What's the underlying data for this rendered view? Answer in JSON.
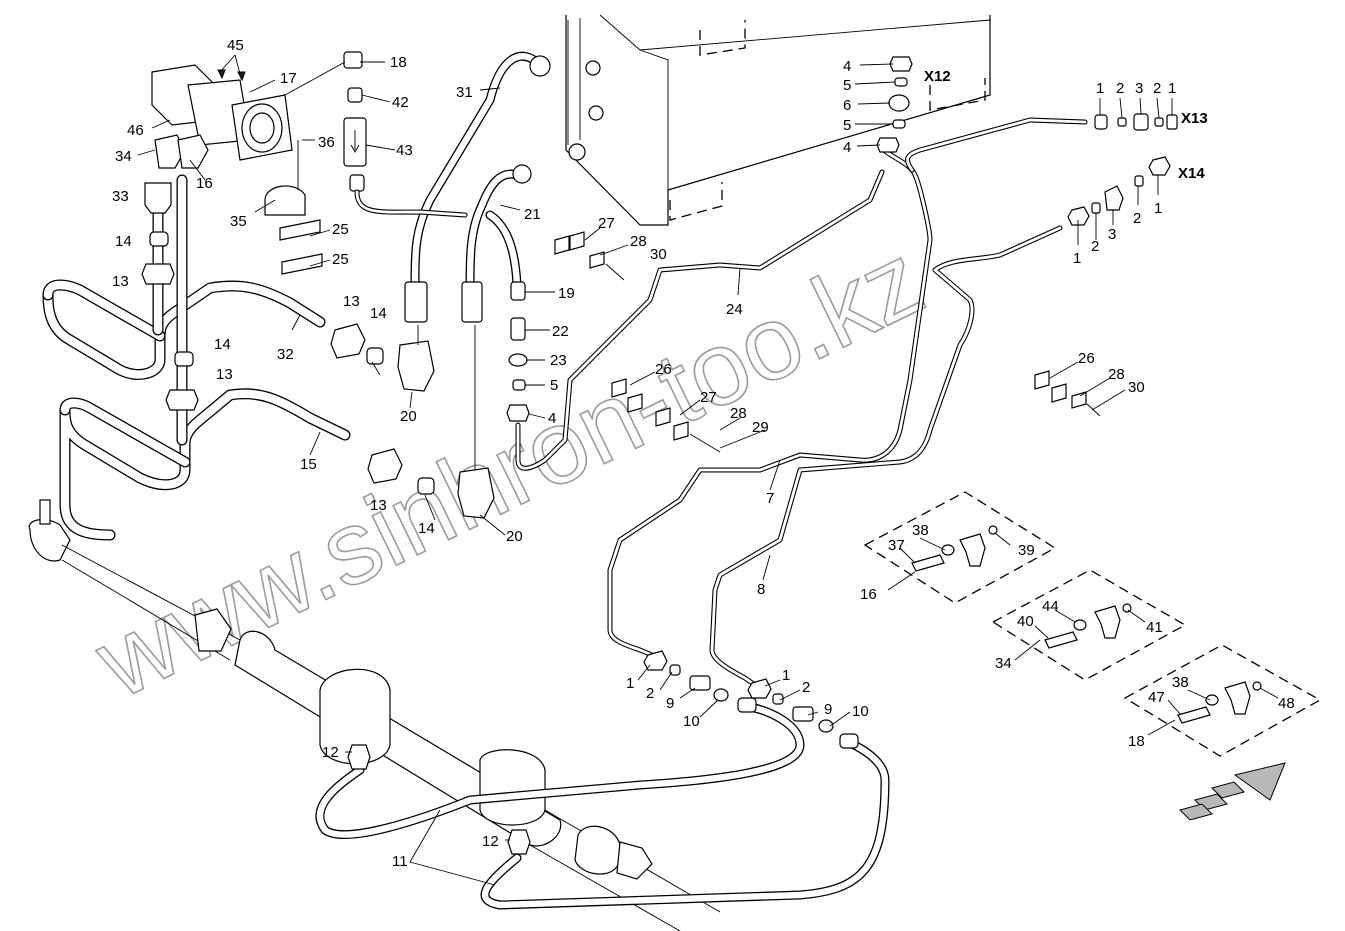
{
  "diagram": {
    "watermark": "www.sinhron-too.kz",
    "connection_labels": [
      "X12",
      "X13",
      "X14"
    ],
    "callouts": [
      {
        "id": "c45",
        "text": "45"
      },
      {
        "id": "c17",
        "text": "17"
      },
      {
        "id": "c46",
        "text": "46"
      },
      {
        "id": "c34a",
        "text": "34"
      },
      {
        "id": "c16a",
        "text": "16"
      },
      {
        "id": "c33",
        "text": "33"
      },
      {
        "id": "c14a",
        "text": "14"
      },
      {
        "id": "c13a",
        "text": "13"
      },
      {
        "id": "c18a",
        "text": "18"
      },
      {
        "id": "c42",
        "text": "42"
      },
      {
        "id": "c43",
        "text": "43"
      },
      {
        "id": "c36",
        "text": "36"
      },
      {
        "id": "c35",
        "text": "35"
      },
      {
        "id": "c25a",
        "text": "25"
      },
      {
        "id": "c25b",
        "text": "25"
      },
      {
        "id": "c31",
        "text": "31"
      },
      {
        "id": "c21",
        "text": "21"
      },
      {
        "id": "c19",
        "text": "19"
      },
      {
        "id": "c22",
        "text": "22"
      },
      {
        "id": "c23",
        "text": "23"
      },
      {
        "id": "c5a",
        "text": "5"
      },
      {
        "id": "c4a",
        "text": "4"
      },
      {
        "id": "c13b",
        "text": "13"
      },
      {
        "id": "c14b",
        "text": "14"
      },
      {
        "id": "c32",
        "text": "32"
      },
      {
        "id": "c20a",
        "text": "20"
      },
      {
        "id": "c14c",
        "text": "14"
      },
      {
        "id": "c13c",
        "text": "13"
      },
      {
        "id": "c15",
        "text": "15"
      },
      {
        "id": "c13d",
        "text": "13"
      },
      {
        "id": "c14d",
        "text": "14"
      },
      {
        "id": "c20b",
        "text": "20"
      },
      {
        "id": "c27a",
        "text": "27"
      },
      {
        "id": "c28a",
        "text": "28"
      },
      {
        "id": "c30a",
        "text": "30"
      },
      {
        "id": "c24",
        "text": "24"
      },
      {
        "id": "c26a",
        "text": "26"
      },
      {
        "id": "c27b",
        "text": "27"
      },
      {
        "id": "c28b",
        "text": "28"
      },
      {
        "id": "c29",
        "text": "29"
      },
      {
        "id": "c7",
        "text": "7"
      },
      {
        "id": "c8",
        "text": "8"
      },
      {
        "id": "c4b",
        "text": "4"
      },
      {
        "id": "c5b",
        "text": "5"
      },
      {
        "id": "c6",
        "text": "6"
      },
      {
        "id": "c5c",
        "text": "5"
      },
      {
        "id": "c4c",
        "text": "4"
      },
      {
        "id": "c1a",
        "text": "1"
      },
      {
        "id": "c2a",
        "text": "2"
      },
      {
        "id": "c3a",
        "text": "3"
      },
      {
        "id": "c2b",
        "text": "2"
      },
      {
        "id": "c1b",
        "text": "1"
      },
      {
        "id": "c1c",
        "text": "1"
      },
      {
        "id": "c2c",
        "text": "2"
      },
      {
        "id": "c3b",
        "text": "3"
      },
      {
        "id": "c2d",
        "text": "2"
      },
      {
        "id": "c1d",
        "text": "1"
      },
      {
        "id": "c26b",
        "text": "26"
      },
      {
        "id": "c28c",
        "text": "28"
      },
      {
        "id": "c30b",
        "text": "30"
      },
      {
        "id": "c38a",
        "text": "38"
      },
      {
        "id": "c37",
        "text": "37"
      },
      {
        "id": "c39",
        "text": "39"
      },
      {
        "id": "c16b",
        "text": "16"
      },
      {
        "id": "c44",
        "text": "44"
      },
      {
        "id": "c40",
        "text": "40"
      },
      {
        "id": "c41",
        "text": "41"
      },
      {
        "id": "c34b",
        "text": "34"
      },
      {
        "id": "c38b",
        "text": "38"
      },
      {
        "id": "c47",
        "text": "47"
      },
      {
        "id": "c48",
        "text": "48"
      },
      {
        "id": "c18b",
        "text": "18"
      },
      {
        "id": "c1e",
        "text": "1"
      },
      {
        "id": "c2e",
        "text": "2"
      },
      {
        "id": "c9a",
        "text": "9"
      },
      {
        "id": "c10a",
        "text": "10"
      },
      {
        "id": "c1f",
        "text": "1"
      },
      {
        "id": "c2f",
        "text": "2"
      },
      {
        "id": "c9b",
        "text": "9"
      },
      {
        "id": "c10b",
        "text": "10"
      },
      {
        "id": "c12a",
        "text": "12"
      },
      {
        "id": "c12b",
        "text": "12"
      },
      {
        "id": "c11",
        "text": "11"
      }
    ]
  }
}
